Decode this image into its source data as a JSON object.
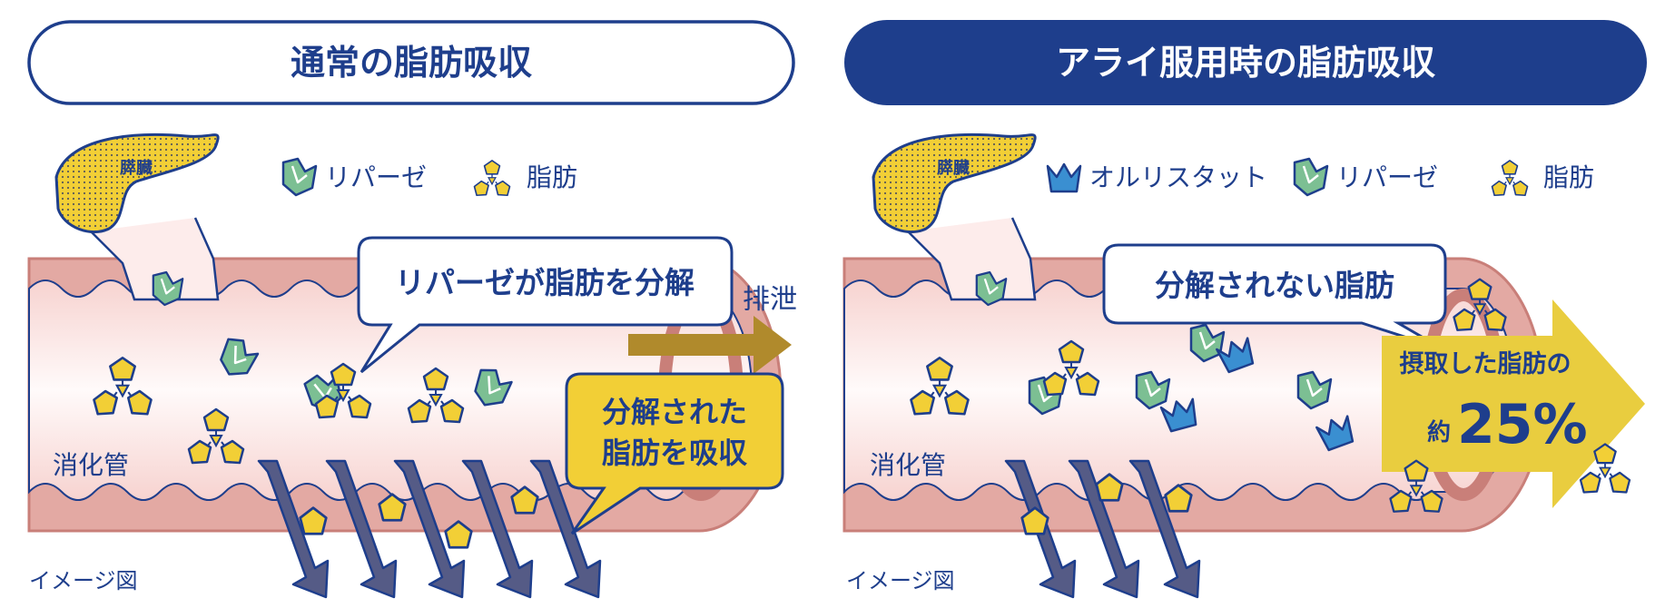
{
  "colors": {
    "navy": "#1e3e8c",
    "gut_wall": "#e3a9a3",
    "gut_wall_dark": "#c97f79",
    "lumen": "#fdeceb",
    "fat_yellow": "#f2cf36",
    "lipase_green": "#7cbf93",
    "orlistat_blue": "#3a8fd1",
    "arrow_slate": "#555b86",
    "arrow_gold": "#b08a2c",
    "big_arrow_yellow": "#e9cd3f"
  },
  "left_panel": {
    "title": "通常の脂肪吸収",
    "pancreas_label": "膵臓",
    "legend": [
      {
        "icon": "lipase-icon",
        "label": "リパーゼ"
      },
      {
        "icon": "fat-icon",
        "label": "脂肪"
      }
    ],
    "speech_bubble": "リパーゼが脂肪を分解",
    "excretion_label": "排泄",
    "absorb_bubble_line1": "分解された",
    "absorb_bubble_line2": "脂肪を吸収",
    "tube_label": "消化管",
    "caption": "イメージ図"
  },
  "right_panel": {
    "title": "アライ服用時の脂肪吸収",
    "pancreas_label": "膵臓",
    "legend": [
      {
        "icon": "orlistat-icon",
        "label": "オルリスタット"
      },
      {
        "icon": "lipase-icon",
        "label": "リパーゼ"
      },
      {
        "icon": "fat-icon",
        "label": "脂肪"
      }
    ],
    "speech_bubble": "分解されない脂肪",
    "big_arrow_line1": "摂取した脂肪の",
    "big_arrow_prefix": "約",
    "big_arrow_value": "25%",
    "tube_label": "消化管",
    "caption": "イメージ図"
  }
}
